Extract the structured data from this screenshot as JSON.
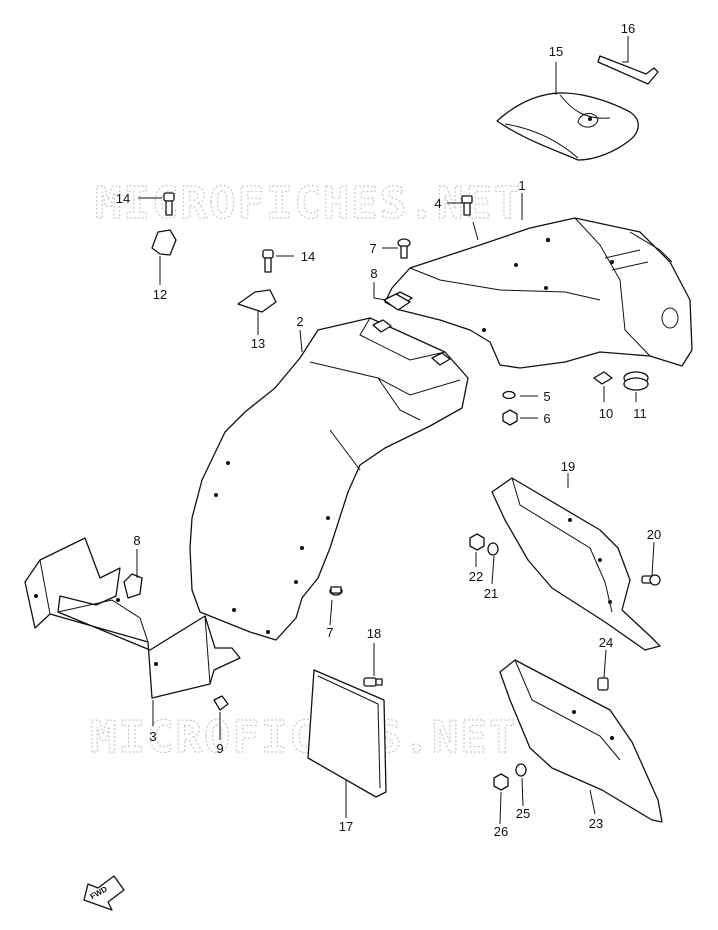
{
  "watermark": "MICROFICHES.NET",
  "fwd_label": "FWD",
  "callouts": {
    "c1": "1",
    "c2": "2",
    "c3": "3",
    "c4": "4",
    "c5": "5",
    "c6": "6",
    "c7a": "7",
    "c7b": "7",
    "c8a": "8",
    "c8b": "8",
    "c9": "9",
    "c10": "10",
    "c11": "11",
    "c12": "12",
    "c13": "13",
    "c14a": "14",
    "c14b": "14",
    "c15": "15",
    "c16": "16",
    "c17": "17",
    "c18": "18",
    "c19": "19",
    "c20": "20",
    "c21": "21",
    "c22": "22",
    "c23": "23",
    "c24": "24",
    "c25": "25",
    "c26": "26"
  },
  "colors": {
    "line": "#111111",
    "watermark": "#c8c8c8",
    "background": "#ffffff"
  }
}
